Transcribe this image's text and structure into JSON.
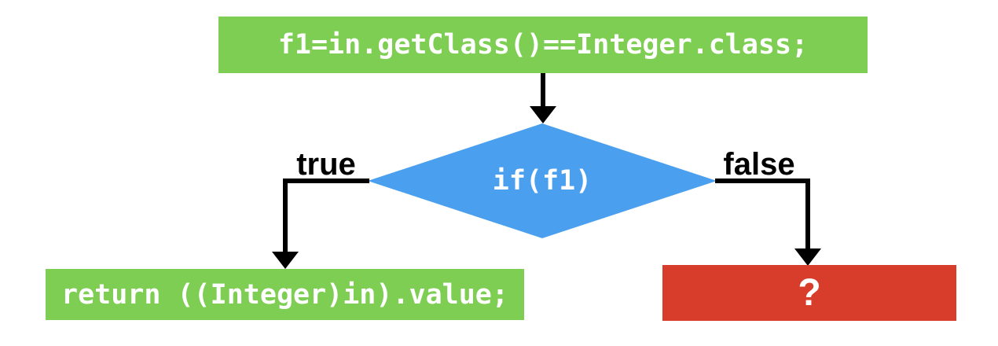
{
  "colors": {
    "process_green": "#7DCE52",
    "decision_blue": "#4B9FEF",
    "error_red": "#D83D2C",
    "connector_black": "#000000",
    "node_text_white": "#FFFFFF",
    "branch_label_black": "#000000"
  },
  "nodes": {
    "start": {
      "label": "f1=in.getClass()==Integer.class;"
    },
    "decision": {
      "label": "if(f1)"
    },
    "true_result": {
      "label": "return ((Integer)in).value;"
    },
    "false_result": {
      "label": "?"
    }
  },
  "edges": {
    "true_label": "true",
    "false_label": "false"
  }
}
